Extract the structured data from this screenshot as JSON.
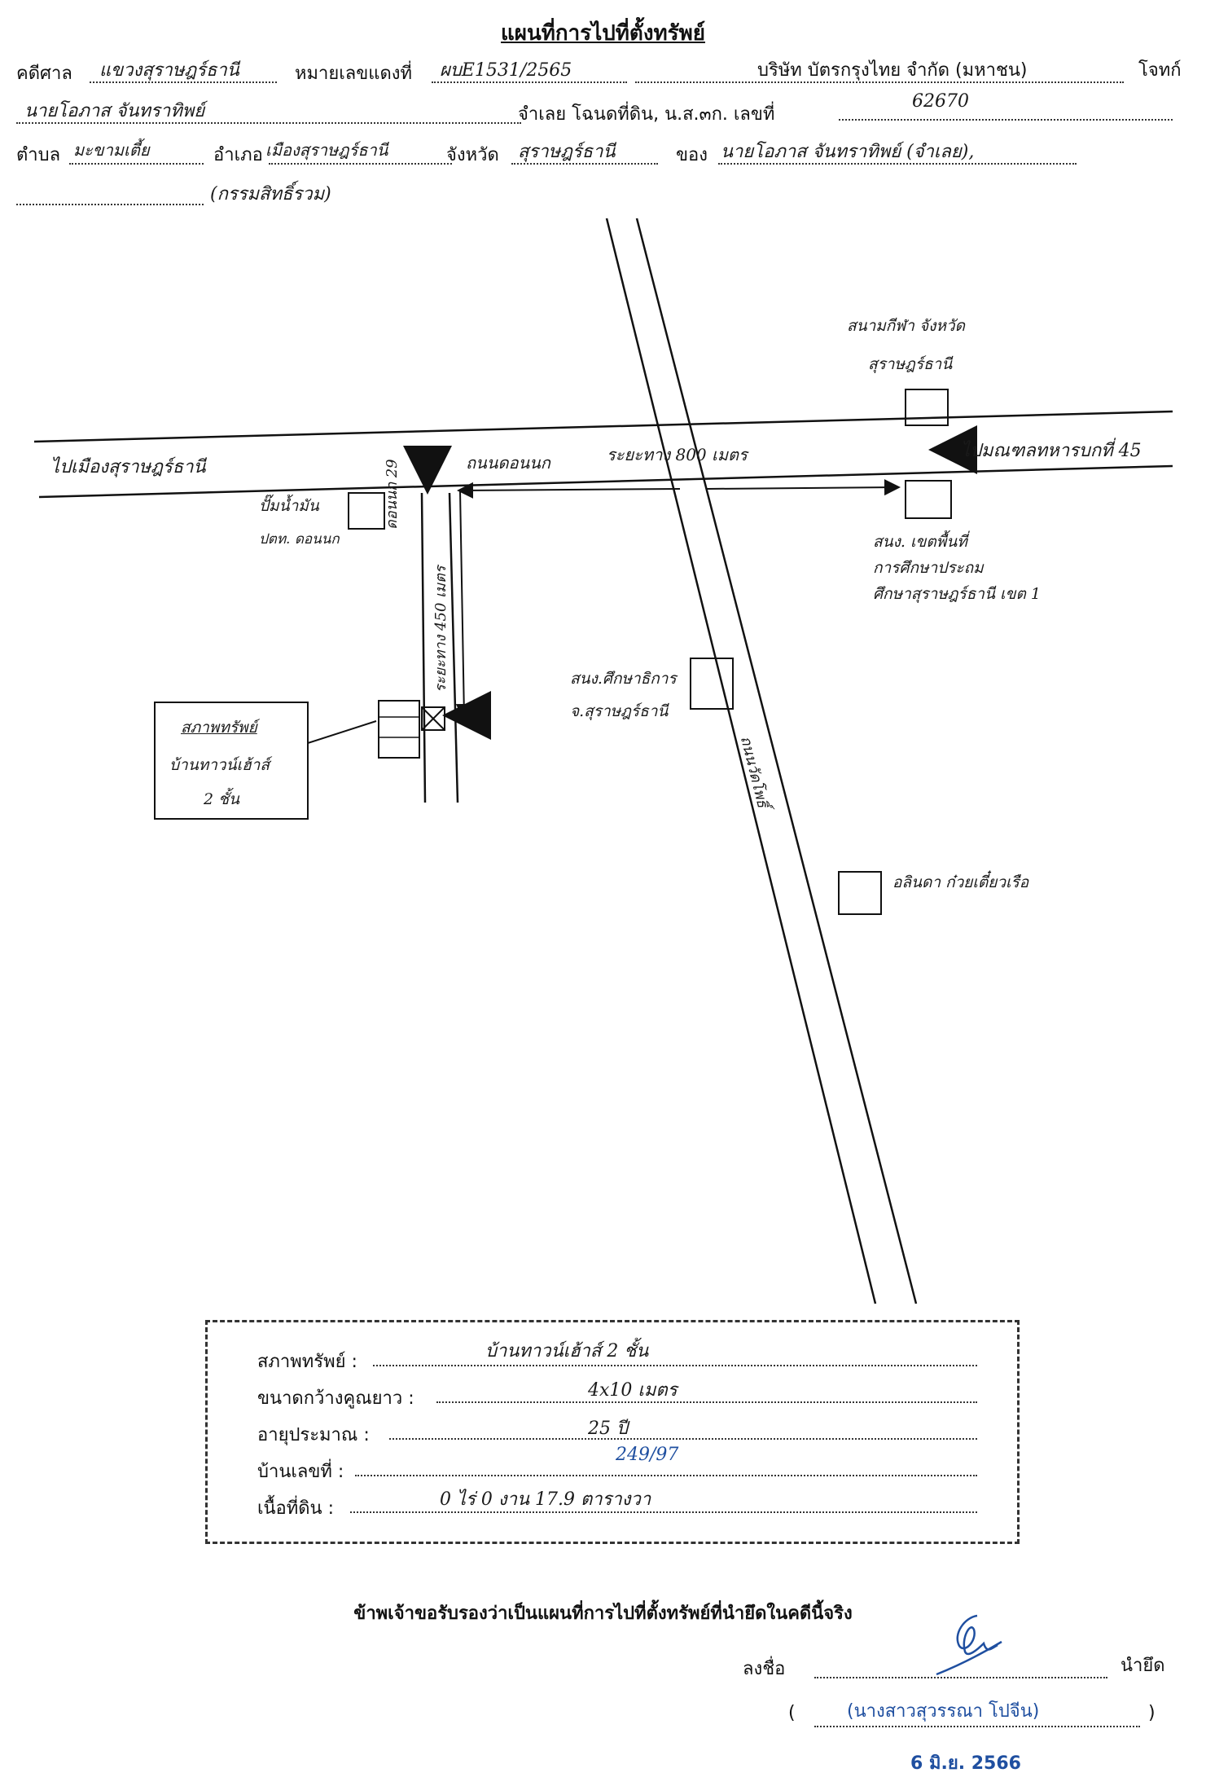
{
  "title": "แผนที่การไปที่ตั้งทรัพย์",
  "header": {
    "court_label": "คดีศาล",
    "court_value": "แขวงสุราษฎร์ธานี",
    "case_no_label": "หมายเลขแดงที่",
    "case_no_value": "ผบE1531/2565",
    "plaintiff_value": "บริษัท บัตรกรุงไทย จำกัด (มหาชน)",
    "plaintiff_label": "โจทก์",
    "defendant_value": "นายโอภาส จันทราทิพย์",
    "deed_label": "จำเลย  โฉนดที่ดิน, น.ส.๓ก. เลขที่",
    "deed_value": "62670",
    "subdistrict_label": "ตำบล",
    "subdistrict_value": "มะขามเตี้ย",
    "district_label": "อำเภอ",
    "district_value": "เมืองสุราษฎร์ธานี",
    "province_label": "จังหวัด",
    "province_value": "สุราษฎร์ธานี",
    "owner_label": "ของ",
    "owner_value": "นายโอภาส จันทราทิพย์ (จำเลย),",
    "owner_note": "(กรรมสิทธิ์รวม)"
  },
  "map": {
    "to_city": "ไปเมืองสุราษฎร์ธานี",
    "to_base": "ไปมณฑลทหารบกที่ 45",
    "main_road": "ถนนดอนนก",
    "main_distance": "ระยะทาง 800 เมตร",
    "soi_name": "ดอนนก 29",
    "soi_distance": "ระยะทาง 450 เมตร",
    "side_road": "ถนนวัดโพธิ์",
    "stadium": [
      "สนามกีฬา จังหวัด",
      "สุราษฎร์ธานี"
    ],
    "gas_station": [
      "ปั๊มน้ำมัน",
      "ปตท. ดอนนก"
    ],
    "edu_area_office": [
      "สนง. เขตพื้นที่",
      "การศึกษาประถม",
      "ศึกษาสุราษฎร์ธานี เขต 1"
    ],
    "edu_office": [
      "สนง.ศึกษาธิการ",
      "จ.สุราษฎร์ธานี"
    ],
    "noodle_shop": "อลินดา ก๋วยเตี๋ยวเรือ",
    "property_box": [
      "สภาพทรัพย์",
      "บ้านทาวน์เฮ้าส์",
      "2 ชั้น"
    ]
  },
  "summary": {
    "rows": [
      {
        "label": "สภาพทรัพย์ :",
        "value": "บ้านทาวน์เฮ้าส์ 2 ชั้น"
      },
      {
        "label": "ขนาดกว้างคูณยาว :",
        "value": "4x10 เมตร"
      },
      {
        "label": "อายุประมาณ :",
        "value": "25 ปี"
      },
      {
        "label": "บ้านเลขที่ :",
        "value": "249/97"
      },
      {
        "label": "เนื้อที่ดิน :",
        "value": "0  ไร่  0  งาน  17.9  ตารางวา"
      }
    ]
  },
  "certification": "ข้าพเจ้าขอรับรองว่าเป็นแผนที่การไปที่ตั้งทรัพย์ที่นำยึดในคดีนี้จริง",
  "signature": {
    "sign_label": "ลงชื่อ",
    "role": "นำยึด",
    "open_paren": "(",
    "name": "(นางสาวสุวรรณา โปจีน)",
    "close_paren": ")",
    "date_stamp": "6 มิ.ย. 2566"
  }
}
